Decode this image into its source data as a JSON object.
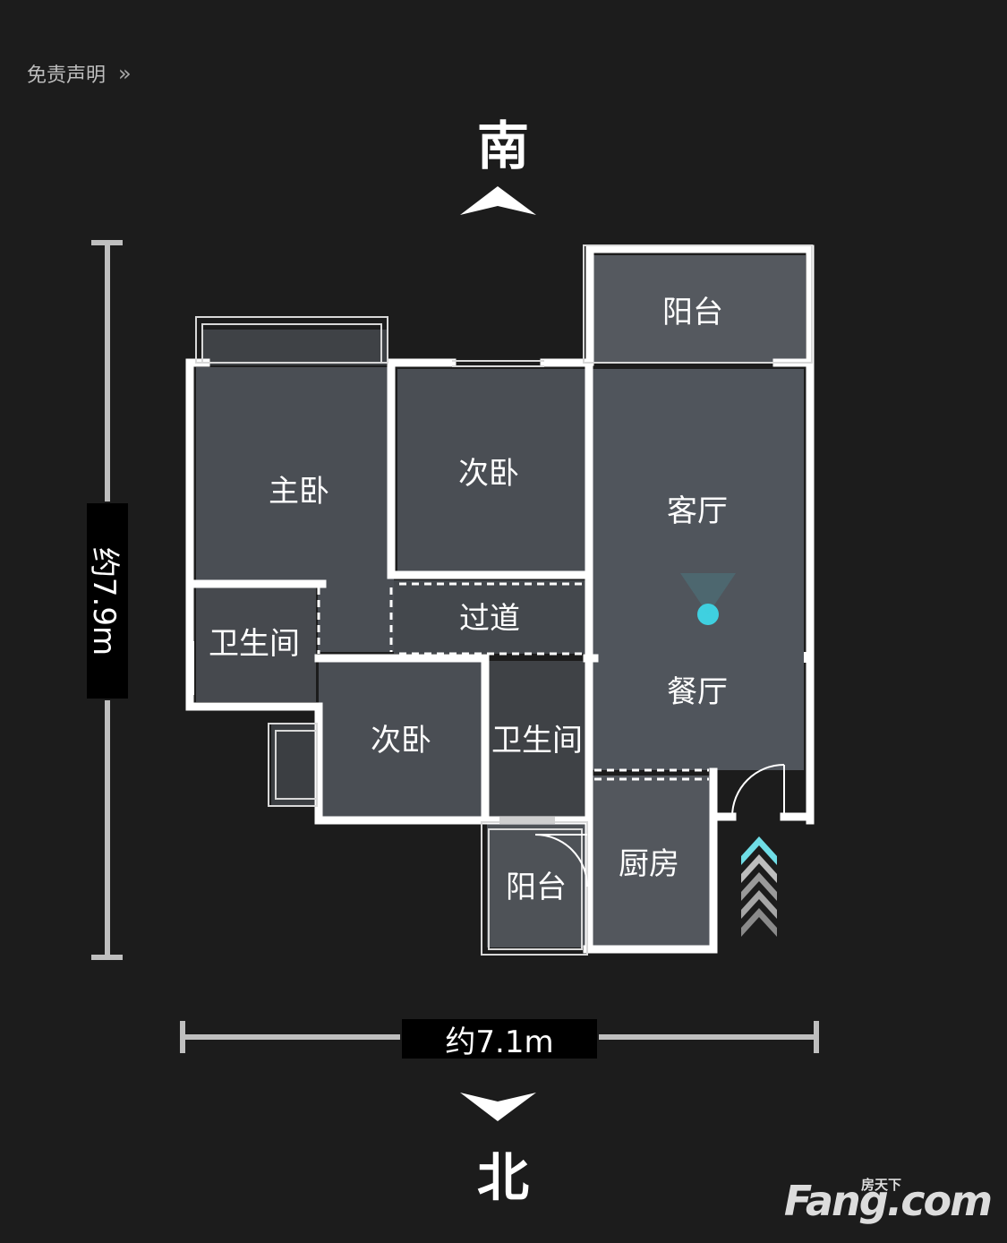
{
  "header": {
    "disclaimer_label": "免责声明",
    "disclaimer_chevron": "»"
  },
  "compass": {
    "top": "南",
    "bottom": "北"
  },
  "dimensions": {
    "vertical": "约7.9m",
    "horizontal": "约7.1m"
  },
  "rooms": {
    "balcony_top": "阳台",
    "master_bedroom": "主卧",
    "second_bedroom_top": "次卧",
    "living_room": "客厅",
    "bathroom_left": "卫生间",
    "hallway": "过道",
    "dining_room": "餐厅",
    "second_bedroom_bottom": "次卧",
    "bathroom_middle": "卫生间",
    "kitchen": "厨房",
    "balcony_bottom": "阳台"
  },
  "watermark": {
    "cn": "房天下",
    "en": "Fang.com"
  },
  "colors": {
    "background": "#1c1c1c",
    "wall": "#ffffff",
    "room_fill": "#4a4e54",
    "position_marker": "#3fd0e0"
  }
}
